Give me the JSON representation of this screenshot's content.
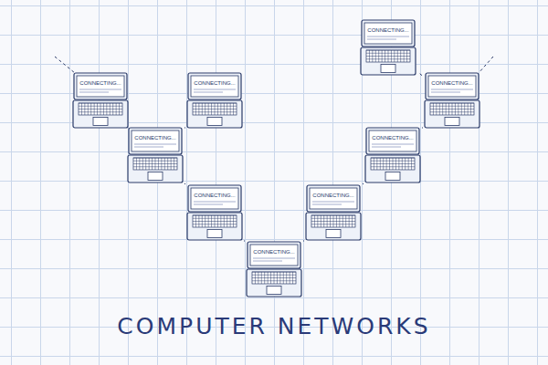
{
  "diagram": {
    "title": "COMPUTER NETWORKS",
    "nodes": [
      {
        "text": [
          "CONNECTING..."
        ]
      },
      {
        "text": [
          "CONNECTING..."
        ]
      },
      {
        "text": [
          "CONNECTING..."
        ]
      },
      {
        "text": [
          "CONNECTING..."
        ]
      },
      {
        "text": [
          "CONNECTING..."
        ]
      },
      {
        "text": [
          "CONNECTING..."
        ]
      },
      {
        "text": [
          "CONNECTING..."
        ]
      },
      {
        "text": [
          "CONNECTING..."
        ]
      },
      {
        "text": [
          "CONNECTING..."
        ]
      }
    ],
    "edges": [
      {
        "from": 1,
        "to": 4,
        "arrow": "none"
      },
      {
        "from": 2,
        "to": 4,
        "arrow": "none"
      },
      {
        "from": 4,
        "to": 6,
        "arrow": "none"
      },
      {
        "from": 6,
        "to": 8,
        "arrow": "none"
      },
      {
        "from": 8,
        "to": 7,
        "arrow": "none"
      },
      {
        "from": 7,
        "to": 5,
        "arrow": "none"
      },
      {
        "from": 5,
        "to": 3,
        "arrow": "none"
      },
      {
        "from": 3,
        "to": 0,
        "arrow": "none"
      }
    ]
  }
}
